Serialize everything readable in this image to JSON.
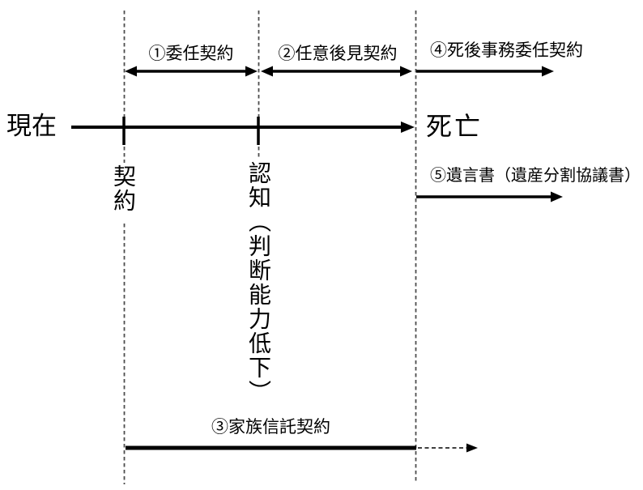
{
  "timeline": {
    "start_label": "現在",
    "end_label": "死亡"
  },
  "milestones": {
    "contract": "契約",
    "cognition": "認知（判断能力低下）"
  },
  "contracts": {
    "mandate": "①委任契約",
    "voluntary_guardianship": "②任意後見契約",
    "family_trust": "③家族信託契約",
    "posthumous_affairs": "④死後事務委任契約",
    "will": "⑤遺言書（遺産分割協議書）"
  },
  "colors": {
    "ink": "#000000",
    "dashed_guide": "#4d4d4d",
    "background": "#ffffff"
  }
}
